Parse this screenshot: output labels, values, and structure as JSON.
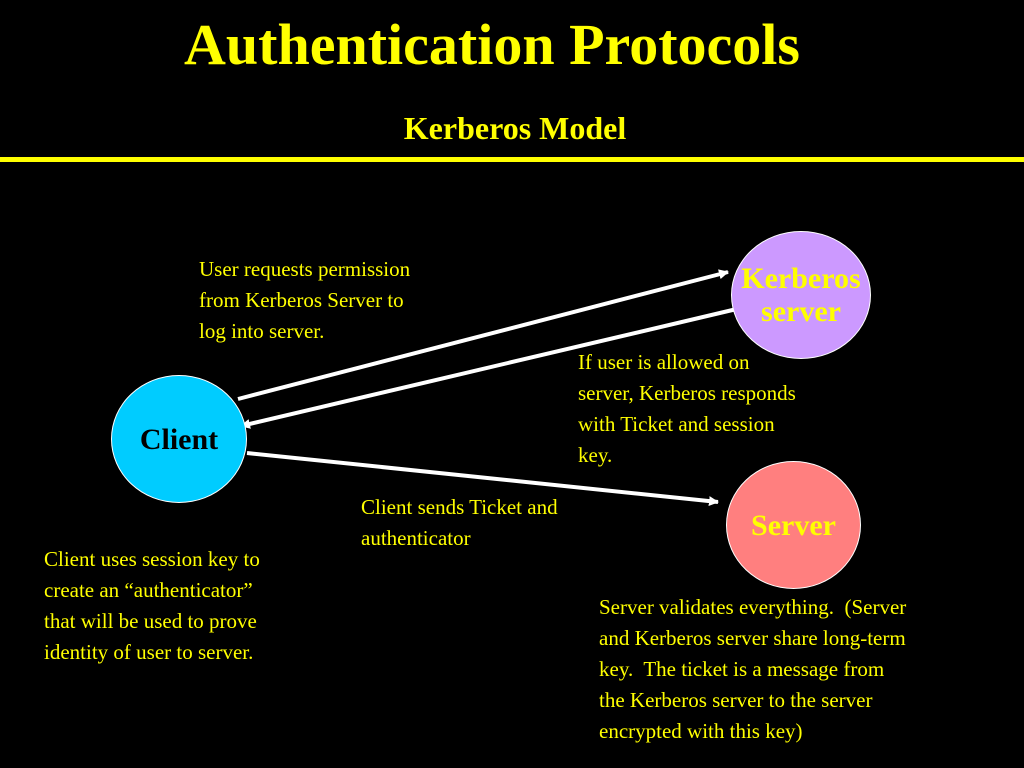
{
  "slide": {
    "title": "Authentication Protocols",
    "subtitle": "Kerberos Model"
  },
  "nodes": {
    "client": {
      "label": "Client",
      "fill": "#00CCFF",
      "text_color": "#000000"
    },
    "kerberos": {
      "label": "Kerberos\nserver",
      "fill": "#CC99FF",
      "text_color": "#FFFF00"
    },
    "server": {
      "label": "Server",
      "fill": "#FF7F7F",
      "text_color": "#FFFF00"
    }
  },
  "edges": [
    {
      "from": "client",
      "to": "kerberos"
    },
    {
      "from": "kerberos",
      "to": "client"
    },
    {
      "from": "client",
      "to": "server"
    }
  ],
  "notes": {
    "request": "User requests permission\nfrom Kerberos Server to\nlog into server.",
    "response": "If user is allowed on\nserver, Kerberos responds\nwith Ticket and session\nkey.",
    "sends": "Client sends Ticket and\nauthenticator",
    "authenticator": "Client uses session key to\ncreate an “authenticator”\nthat will be used to prove\nidentity of user to server.",
    "validates": "Server validates everything.  (Server\nand Kerberos server share long-term\nkey.  The ticket is a message from\nthe Kerberos server to the server\nencrypted with this key)"
  },
  "colors": {
    "background": "#000000",
    "title": "#FFFF00",
    "divider": "#FFFF00",
    "arrow": "#FFFFFF"
  }
}
